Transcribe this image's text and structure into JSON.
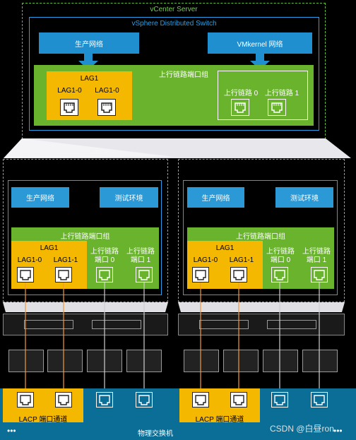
{
  "vcenter": {
    "title": "vCenter Server",
    "switch_title": "vSphere Distributed Switch",
    "prod_net": "生产网络",
    "vmk_net": "VMkernel 网络",
    "uplink_group": "上行链路端口组",
    "lag_title": "LAG1",
    "lag_ports": [
      "LAG1-0",
      "LAG1-0"
    ],
    "uplinks": [
      "上行链路 0",
      "上行链路 1"
    ]
  },
  "hosts": [
    {
      "prod_net": "生产网络",
      "test_env": "测试环境",
      "uplink_group": "上行链路端口组",
      "lag_title": "LAG1",
      "lag_ports": [
        "LAG1-0",
        "LAG1-1"
      ],
      "uplinks": [
        "上行链路\n端口 0",
        "上行链路\n端口 1"
      ]
    },
    {
      "prod_net": "生产网络",
      "test_env": "测试环境",
      "uplink_group": "上行链路端口组",
      "lag_title": "LAG1",
      "lag_ports": [
        "LAG1-0",
        "LAG1-1"
      ],
      "uplinks": [
        "上行链路\n端口 0",
        "上行链路\n端口 1"
      ]
    }
  ],
  "physical_switch": {
    "label": "物理交换机",
    "lacp_label": "LACP 端口通道",
    "dots": "•••"
  },
  "watermark": "CSDN @白昼ron",
  "colors": {
    "blue": "#1f8fd0",
    "green": "#6ab42d",
    "orange": "#f5b800",
    "switch_blue": "#0b6e96"
  }
}
